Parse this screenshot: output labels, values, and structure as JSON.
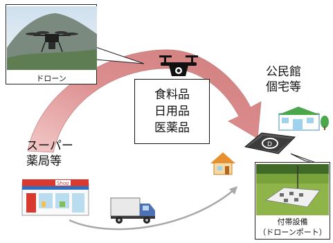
{
  "drone_photo": {
    "caption": "ドローン"
  },
  "goods": {
    "items": [
      "食料品",
      "日用品",
      "医薬品"
    ]
  },
  "supermarket": {
    "lines": [
      "スーパー",
      "薬局等"
    ],
    "sign_text": "Shop"
  },
  "destination": {
    "lines": [
      "公民館",
      "個宅等"
    ]
  },
  "port_photo": {
    "caption_lines": [
      "付帯設備",
      "（ドローンポート）"
    ]
  },
  "colors": {
    "arc_fill": "#dc8d8d",
    "arc_edge": "#c98080",
    "truck_arrow": "#a8a8a8",
    "truck_body": "#4a72b5",
    "shop_red": "#d93a2f",
    "building_green": "#4ca64c",
    "house_orange": "#e8902e"
  }
}
